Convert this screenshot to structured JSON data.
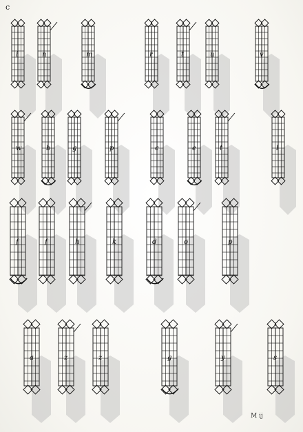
{
  "page_corner_mark": "c",
  "signature_mark": "M ij",
  "colors": {
    "ink": "#111111",
    "show_through": "#b8b8b8",
    "paper": "#fdfcf8"
  },
  "rows": [
    {
      "letters": [
        "i",
        "n",
        "m",
        "r",
        "t",
        "u",
        "v"
      ]
    },
    {
      "letters": [
        "w",
        "b",
        "g",
        "p",
        "c",
        "e",
        "t",
        "l"
      ]
    },
    {
      "letters": [
        "f",
        "f",
        "h",
        "k",
        "d",
        "o",
        "p"
      ]
    },
    {
      "letters": [
        "a",
        "z",
        "z",
        "g",
        "y",
        "s"
      ]
    }
  ]
}
